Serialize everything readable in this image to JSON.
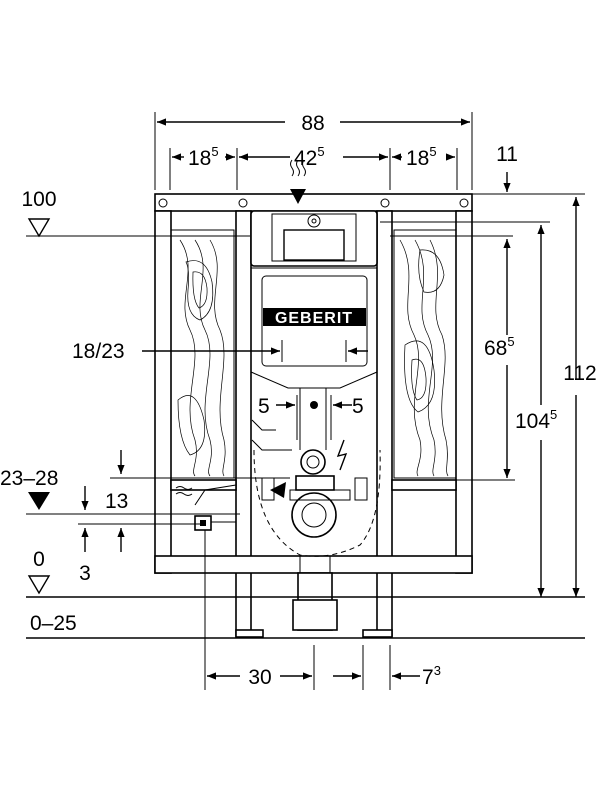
{
  "brand": {
    "logo_text": "GEBERIT"
  },
  "dimensions": {
    "total_width": "88",
    "side_left_base": "18",
    "side_left_sup": "5",
    "center_base": "42",
    "center_sup": "5",
    "side_right_base": "18",
    "side_right_sup": "5",
    "top_offset": "11",
    "ref_level_top": "100",
    "flush_plate": "18/23",
    "plate_height_base": "68",
    "plate_height_sup": "5",
    "total_height": "112",
    "inner_height_base": "104",
    "inner_height_sup": "5",
    "drain_offset_left": "5",
    "drain_offset_right": "5",
    "level_range": "23–28",
    "water_height": "13",
    "water_offset": "3",
    "floor_level": "0",
    "floor_range": "0–25",
    "bottom_left": "30",
    "bottom_right_base": "7",
    "bottom_right_sup": "3"
  },
  "colors": {
    "line": "#000000",
    "background": "#ffffff"
  },
  "icons": [
    "level-triangle-icon",
    "water-supply-icon",
    "electric-icon",
    "arrow-icon"
  ]
}
